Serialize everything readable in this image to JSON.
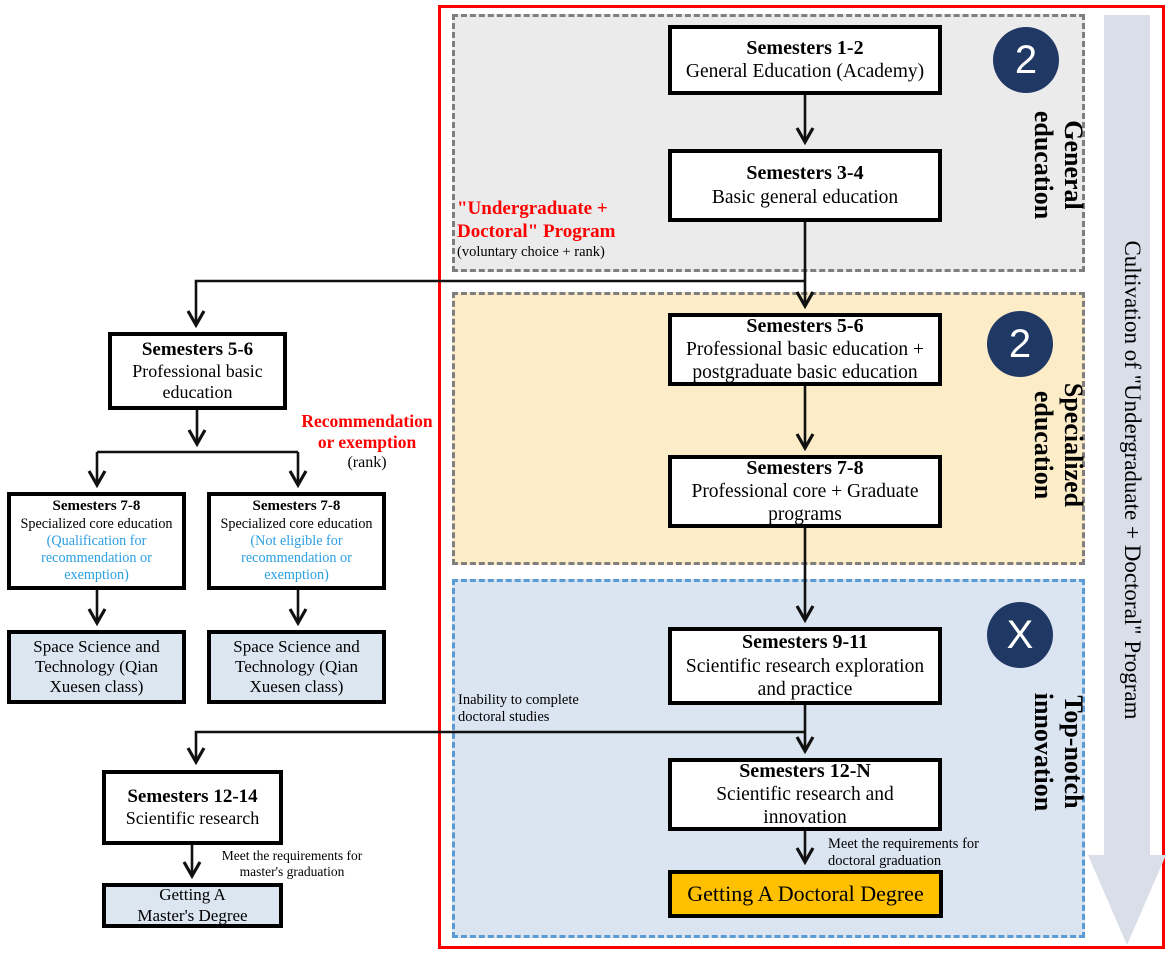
{
  "banner": {
    "text": "Cultivation of \"Undergraduate + Doctoral\" Program"
  },
  "sections": {
    "general": {
      "badge": "2",
      "label_line1": "General",
      "label_line2": "education"
    },
    "specialized": {
      "badge": "2",
      "label_line1": "Specialized",
      "label_line2": "education"
    },
    "topnotch": {
      "badge": "X",
      "label_line1": "Top-notch",
      "label_line2": "innovation"
    }
  },
  "main_flow": [
    {
      "title": "Semesters 1-2",
      "body": "General Education (Academy)"
    },
    {
      "title": "Semesters 3-4",
      "body": "Basic general education"
    },
    {
      "title": "Semesters 5-6",
      "body": "Professional basic education + postgraduate basic education"
    },
    {
      "title": "Semesters 7-8",
      "body": "Professional core + Graduate programs"
    },
    {
      "title": "Semesters 9-11",
      "body": "Scientific research exploration and practice"
    },
    {
      "title": "Semesters 12-N",
      "body": "Scientific research and innovation"
    }
  ],
  "doctoral_box": {
    "label": "Getting A Doctoral Degree"
  },
  "left_flow": {
    "sem56": {
      "title": "Semesters 5-6",
      "body": "Professional basic education"
    },
    "sem78_qualified": {
      "title": "Semesters 7-8",
      "body": "Specialized core education",
      "note": "(Qualification for recommendation or exemption)"
    },
    "sem78_not": {
      "title": "Semesters 7-8",
      "body": "Specialized core education",
      "note": "(Not eligible for recommendation or exemption)"
    },
    "space1": {
      "body": "Space Science and Technology (Qian Xuesen class)"
    },
    "space2": {
      "body": "Space Science and Technology (Qian Xuesen class)"
    },
    "sem1214": {
      "title": "Semesters 12-14",
      "body": "Scientific research"
    },
    "master": {
      "line1": "Getting A",
      "line2": "Master's Degree"
    }
  },
  "annotations": {
    "program_label": {
      "line1": "\"Undergraduate +",
      "line2": "Doctoral\" Program",
      "note": "(voluntary choice + rank)"
    },
    "recommendation": {
      "line1": "Recommendation",
      "line2": "or exemption",
      "note": "(rank)"
    },
    "inability": {
      "line1": "Inability to complete",
      "line2": "doctoral studies"
    },
    "master_req": {
      "line1": "Meet the requirements for",
      "line2": "master's graduation"
    },
    "doctoral_req": {
      "line1": "Meet the requirements for",
      "line2": "doctoral graduation"
    }
  },
  "colors": {
    "red": "#FE0000",
    "navy_badge": "#1F3864",
    "gold": "#FFC000",
    "light_blue_fill": "#DCE6F1",
    "blue_dash_border": "#5B9BD5",
    "gray_fill": "#EBEBEB",
    "cream_fill": "#FCEDC8",
    "banner_fill": "#D9DEE9",
    "blue_note_text": "#2B9FE3"
  }
}
